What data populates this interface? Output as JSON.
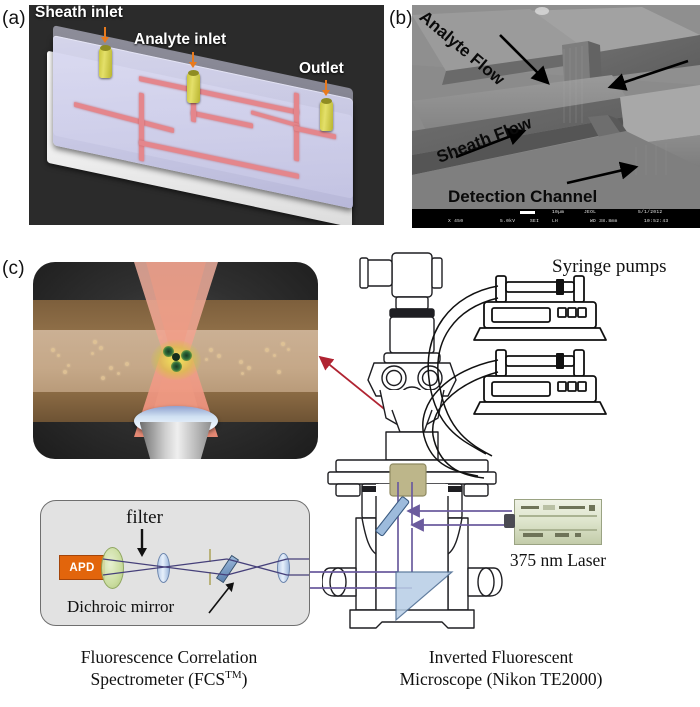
{
  "figure": {
    "panels": [
      {
        "id": "a",
        "label": "(a)",
        "type": "photo-render",
        "description": "microfluidic chip"
      },
      {
        "id": "b",
        "label": "(b)",
        "type": "sem-micrograph",
        "description": "channel junction"
      },
      {
        "id": "c",
        "label": "(c)",
        "type": "schematic",
        "description": "optical setup"
      }
    ]
  },
  "panel_a": {
    "label": "(a)",
    "annotations": [
      {
        "name": "sheath-inlet",
        "text": "Sheath inlet"
      },
      {
        "name": "analyte-inlet",
        "text": "Analyte inlet"
      },
      {
        "name": "outlet",
        "text": "Outlet"
      }
    ],
    "colors": {
      "background": "#2b2b2b",
      "channel": "#e4868c",
      "chip": "#d2d2ec",
      "port": "#d8d44f",
      "arrow": "#e87a1e"
    }
  },
  "panel_b": {
    "label": "(b)",
    "annotations": [
      {
        "name": "analyte-flow",
        "text": "Analyte Flow"
      },
      {
        "name": "sheath-flow",
        "text": "Sheath Flow"
      },
      {
        "name": "detection-channel",
        "text": "Detection Channel"
      }
    ],
    "info_bar": {
      "magnification": "X 450",
      "voltage": "5.0kV",
      "signal": "SEI",
      "detector": "LH",
      "scale_bar": "10µm",
      "maker": "JEOL",
      "working_distance": "WD 38.8mm",
      "date": "5/1/2012",
      "time": "10:52:43"
    }
  },
  "panel_c": {
    "label": "(c)",
    "captions": {
      "fcs_line1": "Fluorescence Correlation",
      "fcs_line2_pre": "Spectrometer (FCS",
      "fcs_line2_sup": "TM",
      "fcs_line2_post": ")",
      "microscope_line1": "Inverted Fluorescent",
      "microscope_line2": "Microscope (Nikon TE2000)"
    },
    "labels": {
      "syringe_pumps": "Syringe pumps",
      "laser": "375 nm Laser",
      "filter": "filter",
      "apd": "APD",
      "dichroic_mirror": "Dichroic mirror"
    },
    "colors": {
      "beam": "#6b5b9e",
      "laser_box": "#dfe6ce",
      "apd": "#e2650c",
      "dichroic": "#7fa0c8",
      "pointer_arrow": "#b02432",
      "sample_holder": "#bdb68a",
      "fcs_panel": "#e2e2e2"
    }
  },
  "inset": {
    "name": "laser-focus-illustration",
    "colors": {
      "background": "#303030",
      "channel_wall": "#8a6a44",
      "channel_fluid": "#c2a483",
      "beam": "#f0a08d",
      "focus_glow": "#d8e04a",
      "objective_lens": "#cfe0f2",
      "objective_barrel": "#9a9a9a"
    }
  }
}
